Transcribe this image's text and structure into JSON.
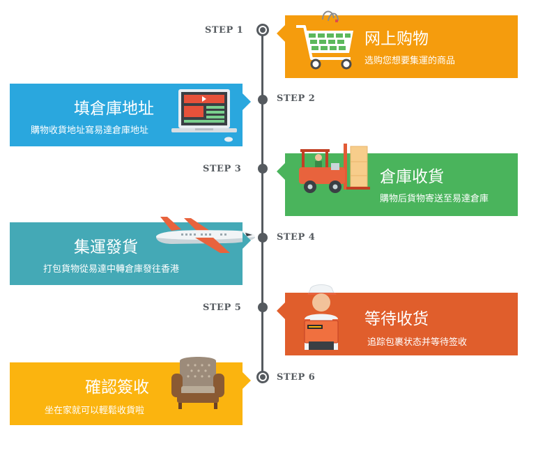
{
  "steps": [
    {
      "label": "STEP 1",
      "title": "网上购物",
      "subtitle": "选购您想要集運的商品",
      "color": "#f59c0d",
      "icon": "shopping-cart-icon"
    },
    {
      "label": "STEP 2",
      "title": "填倉庫地址",
      "subtitle": "購物收貨地址寫易達倉庫地址",
      "color": "#2aa7de",
      "icon": "laptop-icon"
    },
    {
      "label": "STEP 3",
      "title": "倉庫收貨",
      "subtitle": "購物后貨物寄送至易達倉庫",
      "color": "#4ab45c",
      "icon": "forklift-icon"
    },
    {
      "label": "STEP 4",
      "title": "集運發貨",
      "subtitle": "打包貨物從易達中轉倉庫發往香港",
      "color": "#44a9b6",
      "icon": "airplane-icon"
    },
    {
      "label": "STEP 5",
      "title": "等待收货",
      "subtitle": "追踪包裹状态并等待签收",
      "color": "#e05e2c",
      "icon": "courier-icon"
    },
    {
      "label": "STEP 6",
      "title": "確認簽收",
      "subtitle": "坐在家就可以輕鬆收貨啦",
      "color": "#fbb40f",
      "icon": "armchair-icon"
    }
  ]
}
